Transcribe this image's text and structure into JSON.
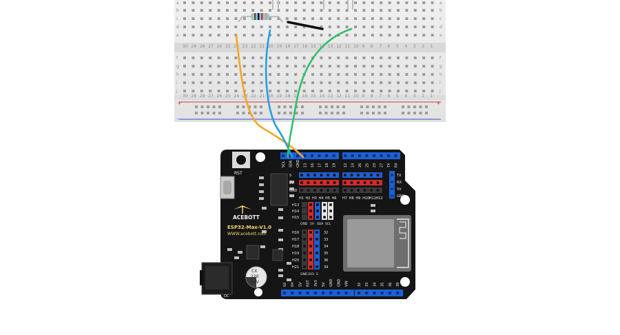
{
  "board": {
    "brand": "ACEBOTT",
    "model": "ESP32-Max-V1.0",
    "url": "WWW.acebott.com",
    "reset_label": "RST",
    "top_header_labels": [
      "SCL",
      "SDA",
      "GND",
      "13",
      "16",
      "17",
      "18",
      "19",
      "12",
      "14",
      "26",
      "25",
      "23",
      "27",
      "TX",
      "RX"
    ],
    "row_labels_left": [
      "S",
      "5V",
      "GND"
    ],
    "h_labels_left": [
      "H1",
      "H2",
      "H3",
      "H4",
      "H5",
      "H6"
    ],
    "h_labels_right": [
      "H7",
      "H8",
      "H9",
      "H10",
      "H11",
      "H12"
    ],
    "right_side_labels": [
      "TX",
      "RX",
      "5V",
      "GND"
    ],
    "mid_left_labels": [
      "H13",
      "H14",
      "H15"
    ],
    "mid_col_labels": [
      "GND",
      "5V",
      "SDA",
      "SCL"
    ],
    "lower_left_labels": [
      "H16",
      "H17",
      "H18",
      "H19",
      "H20",
      "H21"
    ],
    "lower_right_nums": [
      "32",
      "33",
      "34",
      "35",
      "36",
      "39"
    ],
    "lower_bottom_labels": [
      "GND",
      "3V3",
      "S"
    ],
    "bottom_labels_left": [
      "02",
      "04",
      "5V",
      "RST",
      "3V3",
      "5V",
      "GND",
      "GND",
      "VIN"
    ],
    "bottom_labels_right": [
      "32",
      "33",
      "34",
      "35",
      "36",
      "39"
    ],
    "cap_text": [
      "CX",
      "220",
      "16V"
    ],
    "dc_label": "DC"
  },
  "breadboard": {
    "row_letters_top": [
      "a",
      "b",
      "c",
      "d",
      "e"
    ],
    "row_letters_bottom": [
      "f",
      "g",
      "h",
      "i",
      "j"
    ],
    "column_numbers": [
      "30",
      "29",
      "28",
      "27",
      "26",
      "25",
      "24",
      "23",
      "22",
      "21",
      "20",
      "19",
      "18",
      "17",
      "16",
      "15",
      "14",
      "13",
      "12",
      "11",
      "10",
      "9",
      "8",
      "7",
      "6",
      "5",
      "4",
      "3",
      "2",
      "1"
    ],
    "rail_plus": "+",
    "rail_minus": "-"
  },
  "colors": {
    "board": "#151515",
    "header_blue": "#1e5fd6",
    "header_red": "#d62a2a",
    "wire_orange": "#f5a623",
    "wire_blue": "#2b9be0",
    "wire_green": "#2fbf6a",
    "wire_black": "#111111",
    "breadboard": "#ebebeb",
    "rail_red": "#d63b3b",
    "rail_blue": "#2f4fd6"
  }
}
